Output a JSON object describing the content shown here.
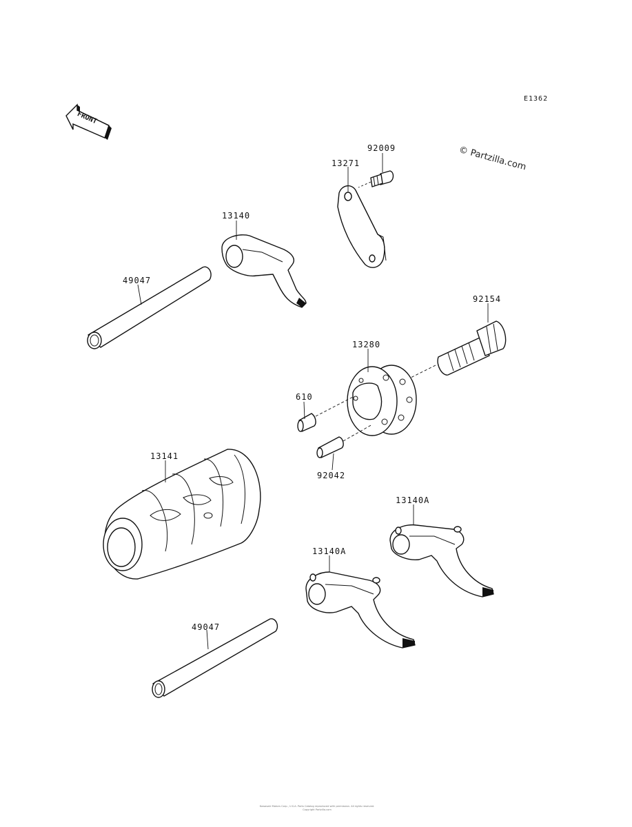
{
  "diagram": {
    "code": "E1362",
    "watermark": "© Partzilla.com",
    "front_label": "FRONT",
    "footer_line1": "Kawasaki Motors Corp., U.S.A. Parts Catalog reproduced with permission. All rights reserved.",
    "footer_line2": "Copyright Partzilla.com"
  },
  "parts": [
    {
      "id": "p-92009",
      "label": "92009"
    },
    {
      "id": "p-13271",
      "label": "13271"
    },
    {
      "id": "p-13140",
      "label": "13140"
    },
    {
      "id": "p-49047-top",
      "label": "49047"
    },
    {
      "id": "p-92154",
      "label": "92154"
    },
    {
      "id": "p-13280",
      "label": "13280"
    },
    {
      "id": "p-610",
      "label": "610"
    },
    {
      "id": "p-92042",
      "label": "92042"
    },
    {
      "id": "p-13141",
      "label": "13141"
    },
    {
      "id": "p-13140A-right",
      "label": "13140A"
    },
    {
      "id": "p-13140A-left",
      "label": "13140A"
    },
    {
      "id": "p-49047-bottom",
      "label": "49047"
    }
  ]
}
